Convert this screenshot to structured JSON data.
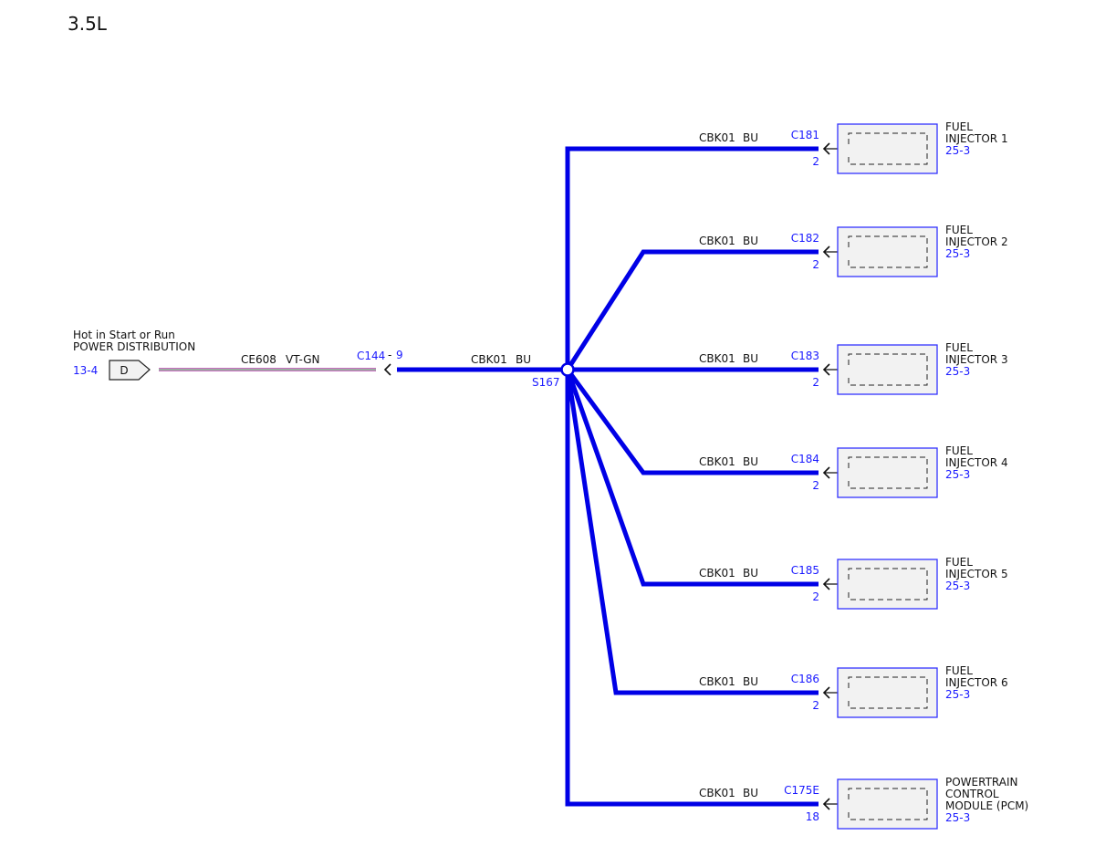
{
  "engine_label": "3.5L",
  "colors": {
    "wire": "#0000e6",
    "ref": "#1a1aff",
    "box_border": "#3333ff",
    "box_fill": "#f2f2f2",
    "vt_stripe": "#c86ec0",
    "gn_stripe": "#7fd28c"
  },
  "source": {
    "line1": "Hot in Start or Run",
    "line2": "POWER DISTRIBUTION",
    "ref": "13-4",
    "connector_letter": "D"
  },
  "input_wire": {
    "circuit": "CE608",
    "color_code": "VT-GN",
    "connector": "C144",
    "pin_prefix": "-",
    "pin": "9"
  },
  "trunk_wire": {
    "circuit": "CBK01",
    "color_code": "BU"
  },
  "splice": "S167",
  "branches": [
    {
      "circuit": "CBK01",
      "color_code": "BU",
      "connector": "C181",
      "pin": "2",
      "component_lines": [
        "FUEL",
        "INJECTOR 1"
      ],
      "ref": "25-3"
    },
    {
      "circuit": "CBK01",
      "color_code": "BU",
      "connector": "C182",
      "pin": "2",
      "component_lines": [
        "FUEL",
        "INJECTOR 2"
      ],
      "ref": "25-3"
    },
    {
      "circuit": "CBK01",
      "color_code": "BU",
      "connector": "C183",
      "pin": "2",
      "component_lines": [
        "FUEL",
        "INJECTOR 3"
      ],
      "ref": "25-3"
    },
    {
      "circuit": "CBK01",
      "color_code": "BU",
      "connector": "C184",
      "pin": "2",
      "component_lines": [
        "FUEL",
        "INJECTOR 4"
      ],
      "ref": "25-3"
    },
    {
      "circuit": "CBK01",
      "color_code": "BU",
      "connector": "C185",
      "pin": "2",
      "component_lines": [
        "FUEL",
        "INJECTOR 5"
      ],
      "ref": "25-3"
    },
    {
      "circuit": "CBK01",
      "color_code": "BU",
      "connector": "C186",
      "pin": "2",
      "component_lines": [
        "FUEL",
        "INJECTOR 6"
      ],
      "ref": "25-3"
    },
    {
      "circuit": "CBK01",
      "color_code": "BU",
      "connector": "C175E",
      "pin": "18",
      "component_lines": [
        "POWERTRAIN",
        "CONTROL",
        "MODULE (PCM)"
      ],
      "ref": "25-3"
    }
  ]
}
